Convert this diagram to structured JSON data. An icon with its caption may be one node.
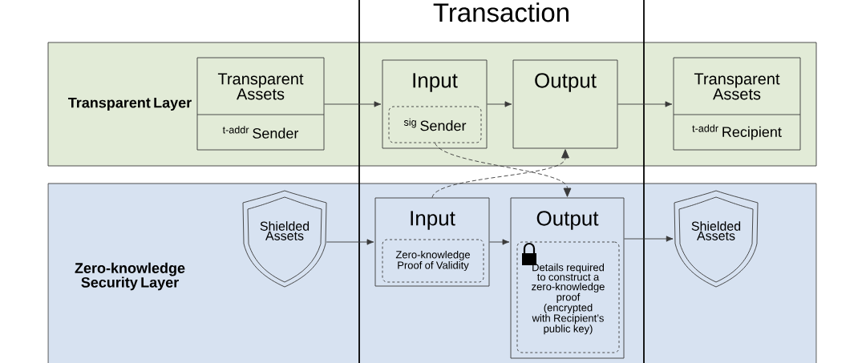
{
  "diagram": {
    "nodes": [
      {
        "text": [
          "Transparent Layer"
        ]
      },
      {
        "text": [
          "Zero-knowledge Security Layer"
        ]
      },
      {
        "text": [
          "Transparent Assets",
          "$^{t-addr}$ Sender"
        ],
        "in": 0
      },
      {
        "text": [
          "Input"
        ],
        "in": 0
      },
      {
        "text": [
          "$^{sig}$ Sender"
        ],
        "in": 3
      },
      {
        "text": [
          "Output"
        ],
        "in": 0
      },
      {
        "text": [
          "Transparent Assets",
          "$^{t-addr}$ Recipient"
        ],
        "in": 0
      },
      {
        "text": [
          "Shielded Assets"
        ],
        "in": 1
      },
      {
        "text": [
          "Input"
        ],
        "in": 1
      },
      {
        "text": [
          "Zero-knowledge Proof of Validity"
        ],
        "in": 8
      },
      {
        "text": [
          "Output"
        ],
        "in": 1
      },
      {
        "text": [
          "Details required to construct a zero-knowledge proof (encrypted with Recipient’s public key)"
        ],
        "in": 10
      },
      {
        "text": [
          "Shielded Assets"
        ],
        "in": 1
      }
    ],
    "edges": [
      {
        "from": 2,
        "to": 3,
        "arrow": "to"
      },
      {
        "from": 3,
        "to": 5,
        "arrow": "to"
      },
      {
        "from": 5,
        "to": 6,
        "arrow": "to"
      },
      {
        "from": 7,
        "to": 8,
        "arrow": "to"
      },
      {
        "from": 8,
        "to": 10,
        "arrow": "to"
      },
      {
        "from": 10,
        "to": 12,
        "arrow": "to"
      },
      {
        "from": 8,
        "to": 5,
        "arrow": "to",
        "style": "dashed"
      },
      {
        "from": 4,
        "to": 10,
        "arrow": "to",
        "style": "dashed"
      }
    ],
    "labels": [
      "Transaction"
    ]
  }
}
